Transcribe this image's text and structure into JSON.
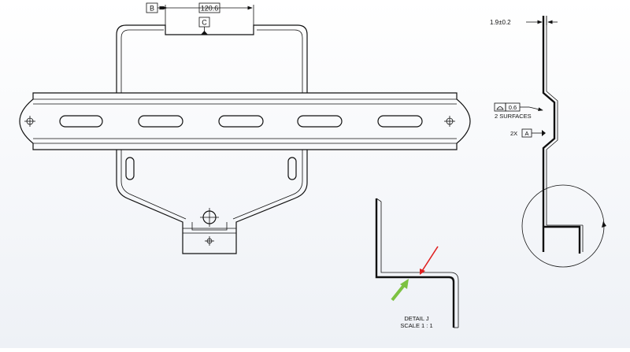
{
  "drawing": {
    "datum_b": "B",
    "dim_width": "120.6",
    "datum_c": "C",
    "thickness_dim": "1.9±0.2",
    "profile_tol": "0.6",
    "profile_surfaces": "2 SURFACES",
    "count_prefix": "2X",
    "datum_a": "A",
    "detail_title": "DETAIL J",
    "detail_scale": "SCALE 1 : 1"
  },
  "colors": {
    "line": "#111111",
    "arrow_red": "#e02020",
    "arrow_green": "#7dc242"
  }
}
